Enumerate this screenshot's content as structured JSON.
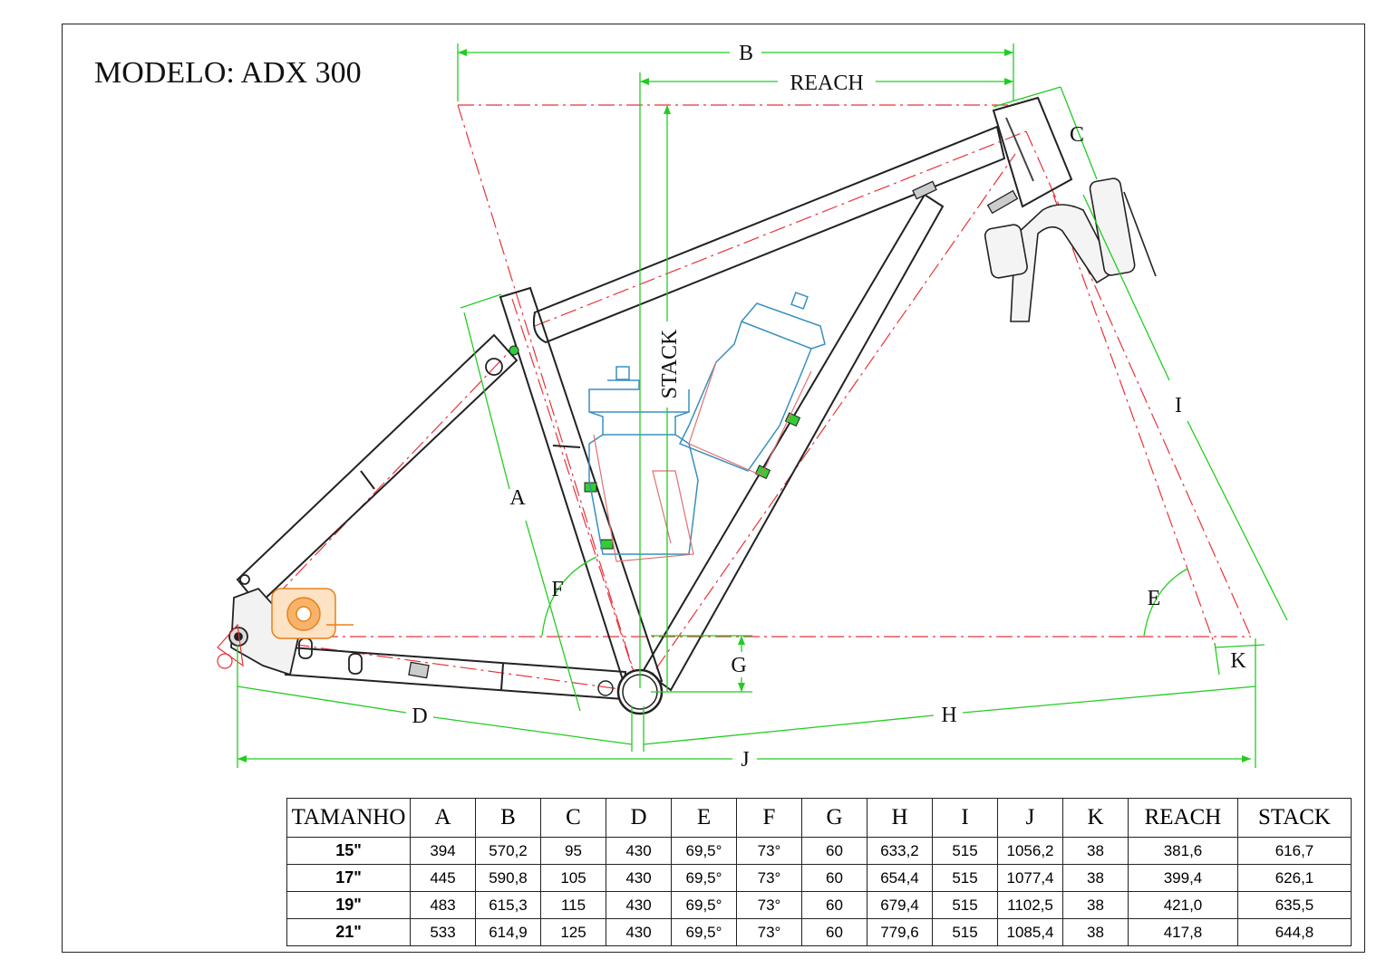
{
  "title": "MODELO: ADX 300",
  "labels": {
    "A": "A",
    "B": "B",
    "C": "C",
    "D": "D",
    "E": "E",
    "F": "F",
    "G": "G",
    "H": "H",
    "I": "I",
    "J": "J",
    "K": "K",
    "reach": "REACH",
    "stack": "STACK"
  },
  "table": {
    "headers": [
      "TAMANHO",
      "A",
      "B",
      "C",
      "D",
      "E",
      "F",
      "G",
      "H",
      "I",
      "J",
      "K",
      "REACH",
      "STACK"
    ],
    "rows": [
      [
        "15\"",
        "394",
        "570,2",
        "95",
        "430",
        "69,5°",
        "73°",
        "60",
        "633,2",
        "515",
        "1056,2",
        "38",
        "381,6",
        "616,7"
      ],
      [
        "17\"",
        "445",
        "590,8",
        "105",
        "430",
        "69,5°",
        "73°",
        "60",
        "654,4",
        "515",
        "1077,4",
        "38",
        "399,4",
        "626,1"
      ],
      [
        "19\"",
        "483",
        "615,3",
        "115",
        "430",
        "69,5°",
        "73°",
        "60",
        "679,4",
        "515",
        "1102,5",
        "38",
        "421,0",
        "635,5"
      ],
      [
        "21\"",
        "533",
        "614,9",
        "125",
        "430",
        "69,5°",
        "73°",
        "60",
        "779,6",
        "515",
        "1085,4",
        "38",
        "417,8",
        "644,8"
      ]
    ]
  },
  "colors": {
    "frame": "#222222",
    "centerline": "#e8333a",
    "dimension": "#22cc22",
    "bottle": "#3a8fc0",
    "cage": "#e07070",
    "brake": "#e8801a"
  }
}
